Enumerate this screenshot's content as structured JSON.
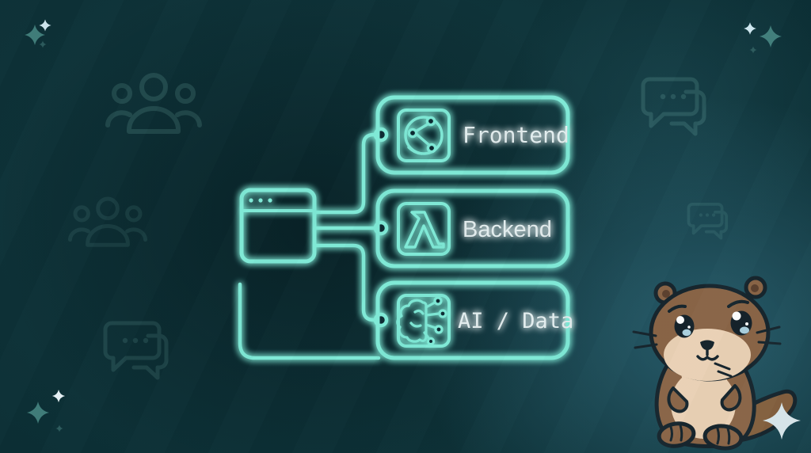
{
  "scene_title": "Neon architecture diagram with otter mascot",
  "diagram": {
    "source": {
      "icon": "browser-window-icon"
    },
    "nodes": [
      {
        "id": "frontend",
        "label": "Frontend",
        "icon": "globe-network-icon"
      },
      {
        "id": "backend",
        "label": "Backend",
        "icon": "lambda-icon"
      },
      {
        "id": "ai_data",
        "label": "AI / Data",
        "icon": "brain-circuit-icon"
      }
    ]
  },
  "decorations": {
    "background_icons": [
      {
        "icon": "users-group-icon",
        "position": "top-left"
      },
      {
        "icon": "users-group-icon",
        "position": "middle-left"
      },
      {
        "icon": "chat-bubbles-icon",
        "position": "top-right"
      },
      {
        "icon": "chat-bubbles-icon",
        "position": "middle-right"
      },
      {
        "icon": "chat-bubbles-icon",
        "position": "bottom-left"
      }
    ],
    "corner_sparkles": [
      "top-left",
      "top-right",
      "bottom-left"
    ],
    "mascot": "otter-mascot"
  },
  "colors": {
    "neon": "#7fe9d6",
    "neon_dim": "#64d8c6",
    "label_text": "#e3edee",
    "background_base": "#0b2d33",
    "background_light_glow": "#3e7e94",
    "star_teal": "#417e7b",
    "star_light": "#cfe7f0",
    "otter_fur": "#8a6547",
    "otter_belly": "#ead1b5",
    "otter_outline": "#17262e",
    "tail_sparkle": "#d9e7ec"
  }
}
